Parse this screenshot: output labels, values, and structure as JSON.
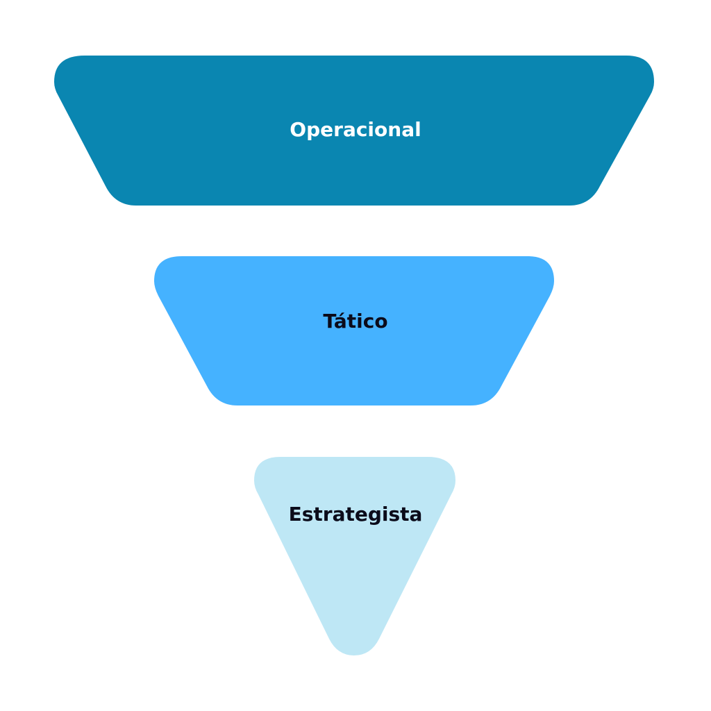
{
  "funnel": {
    "stages": [
      {
        "label": "Operacional",
        "color": "#0A86B1",
        "text_color": "#FFFFFF"
      },
      {
        "label": "Tático",
        "color": "#45B2FF",
        "text_color": "#0B0B1A"
      },
      {
        "label": "Estrategista",
        "color": "#BEE7F5",
        "text_color": "#0B0B1A"
      }
    ]
  }
}
